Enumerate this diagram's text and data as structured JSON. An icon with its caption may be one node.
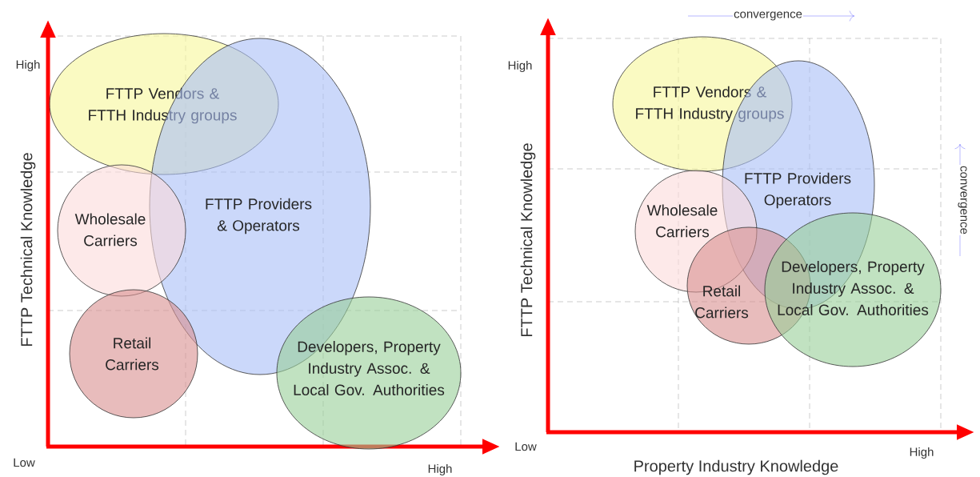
{
  "diagram": {
    "nodes": [
      {
        "text": [
          "FTTP Vendors & FTTH Industry groups"
        ]
      },
      {
        "text": [
          "FTTP Providers & Operators"
        ]
      },
      {
        "text": [
          "Wholesale Carriers"
        ]
      },
      {
        "text": [
          "Retail Carriers"
        ]
      },
      {
        "text": [
          "Developers, Property Industry Assoc. & Local Gov. Authorities"
        ]
      },
      {
        "text": [
          "FTTP Vendors & FTTH Industry groups"
        ]
      },
      {
        "text": [
          "FTTP Providers Operators"
        ]
      },
      {
        "text": [
          "Wholesale Carriers"
        ]
      },
      {
        "text": [
          "Retail Carriers"
        ]
      },
      {
        "text": [
          "Developers, Property Industry Assoc. & Local Gov. Authorities"
        ]
      }
    ],
    "edges": [],
    "labels": [
      "High",
      "FTTP Technical Knowledge",
      "Low",
      "High",
      "Low",
      "convergence",
      "High",
      "convergence",
      "FTTP Technical Knowledge",
      "High",
      "Property Industry Knowledge"
    ]
  }
}
